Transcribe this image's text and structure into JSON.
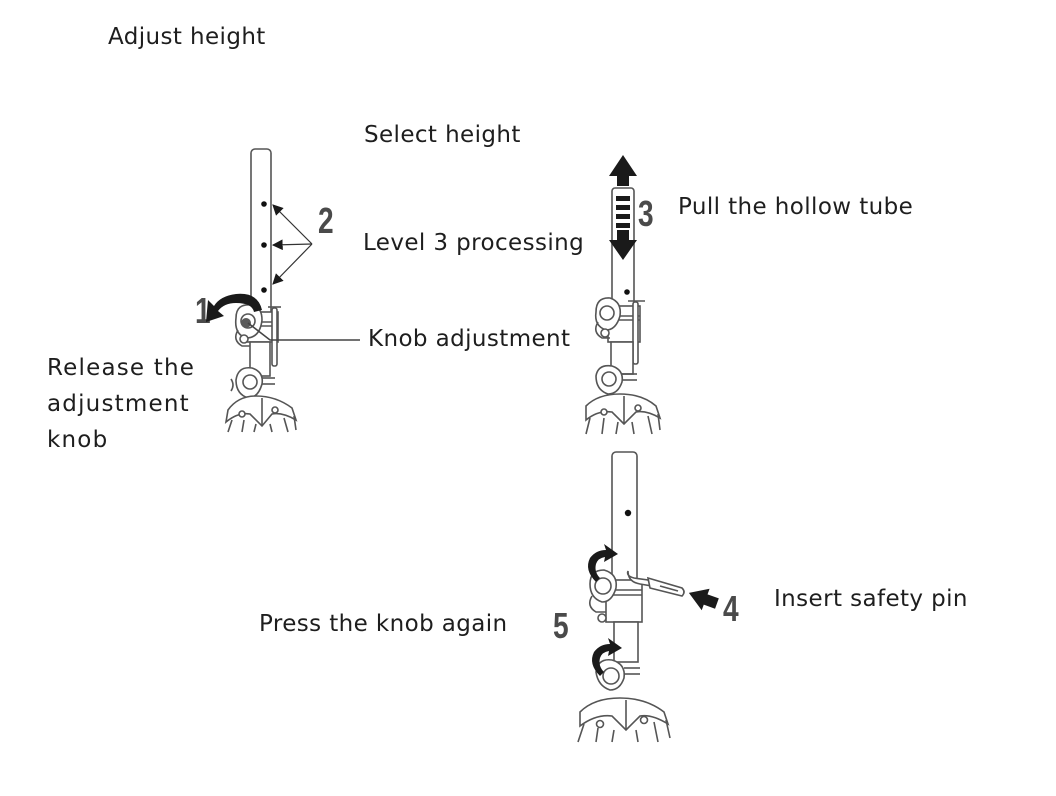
{
  "title": "Adjust height",
  "labels": {
    "select_height": "Select height",
    "level_3_processing": "Level 3 processing",
    "knob_adjustment": "Knob adjustment",
    "release_knob": [
      "Release the",
      "adjustment",
      "knob"
    ],
    "pull_tube": "Pull the hollow tube",
    "press_knob": "Press the knob again",
    "insert_pin": "Insert safety pin"
  },
  "steps": {
    "step1": "1",
    "step2": "2",
    "step3": "3",
    "step4": "4",
    "step5": "5"
  },
  "colors": {
    "text": "#1e1e1e",
    "step_number": "#4a4a4a",
    "line_art": "#555555",
    "arrow": "#1a1a1a"
  }
}
